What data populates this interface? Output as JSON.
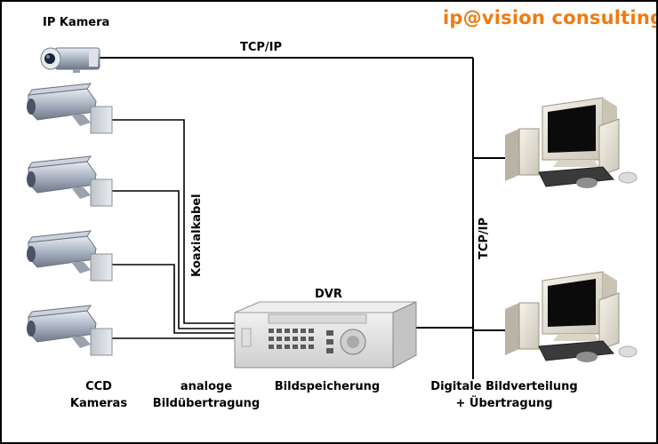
{
  "brand": {
    "name_part1": "ip@vision",
    "name_part2": " consulting",
    "color": "#f07b12"
  },
  "labels": {
    "ip_camera": "IP Kamera",
    "tcpip_top": "TCP/IP",
    "koaxialkabel": "Koaxialkabel",
    "tcpip_vertical": "TCP/IP",
    "dvr": "DVR"
  },
  "footer": {
    "ccd_line1": "CCD",
    "ccd_line2": "Kameras",
    "analog_line1": "analoge",
    "analog_line2": "Bildübertragung",
    "storage": "Bildspeicherung",
    "distribution_line1": "Digitale Bildverteilung",
    "distribution_line2": "+ Übertragung"
  }
}
